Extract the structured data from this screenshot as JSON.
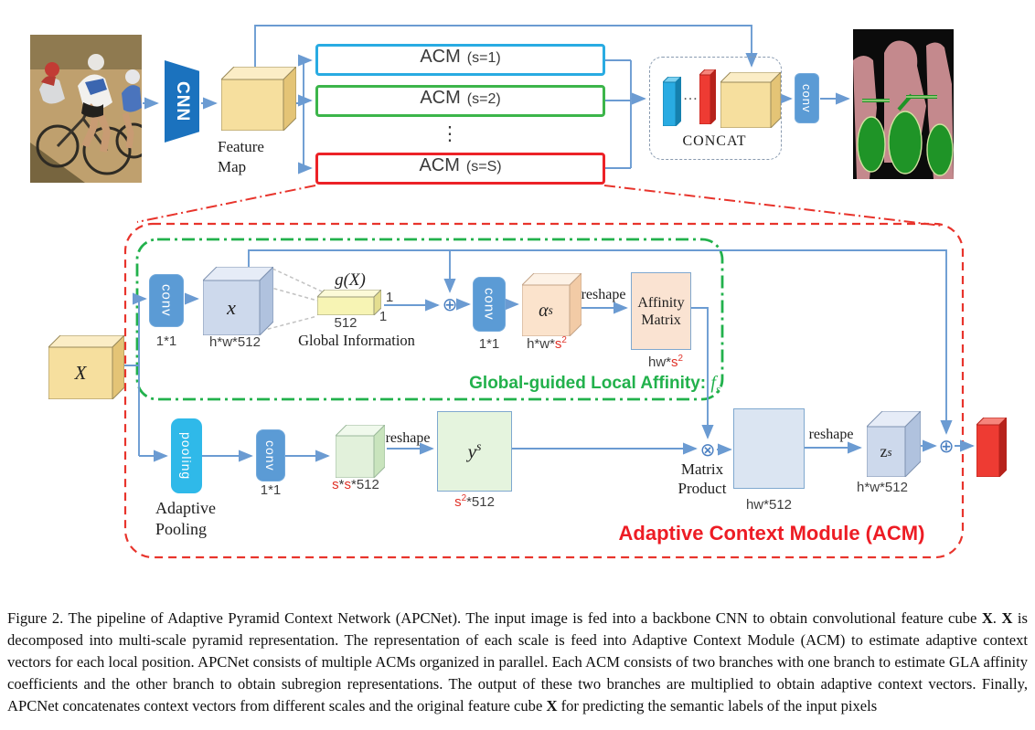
{
  "figure": {
    "pipeline": {
      "cnn_label": "CNN",
      "feature_map_label": "Feature Map",
      "acm1_label": "ACM",
      "acm1_scale": "(s=1)",
      "acm2_label": "ACM",
      "acm2_scale": "(s=2)",
      "acmS_label": "ACM",
      "acmS_scale": "(s=S)",
      "vdots": "⋮",
      "concat_label": "CONCAT",
      "concat_dots": "…",
      "conv_label": "conv"
    },
    "acm": {
      "input_label": "X",
      "conv_label": "conv",
      "k1x1": "1*1",
      "x_label": "x",
      "x_dims": "h*w*512",
      "g_label": "g(X)",
      "g_512": "512",
      "g_one_top": "1",
      "g_one_bot": "1",
      "g_caption": "Global Information",
      "op_add": "⊕",
      "op_mul": "⊗",
      "alpha_label": "α",
      "alpha_sup": "s",
      "alpha_dims_pre": "h*w*",
      "alpha_dims_s": "s",
      "alpha_dims_sup": "2",
      "reshape": "reshape",
      "affinity_label": "Affinity Matrix",
      "aff_dims_pre": "hw*",
      "aff_dims_s": "s",
      "aff_dims_sup": "2",
      "gla_text": "Global-guided Local Affinity:",
      "gla_f": "f",
      "gla_sub": "s",
      "pooling_box": "pooling",
      "pooling_label": "Adaptive Pooling",
      "gcube_s1": "s",
      "gcube_star": "*",
      "gcube_s2": "s",
      "gcube_rest": "*512",
      "y_label": "y",
      "y_sup": "s",
      "ys_dims_s": "s",
      "ys_dims_sup": "2",
      "ys_dims_rest": "*512",
      "matrix_product": "Matrix Product",
      "hw_dims": "hw*512",
      "z_label": "z",
      "z_sup": "s",
      "z_dims": "h*w*512",
      "acm_title": "Adaptive Context Module (ACM)"
    },
    "colors": {
      "arrow_blue": "#6B9BD2",
      "conv_blue": "#5B9BD5",
      "pooling_cyan": "#2FB9E9",
      "cnn_blue": "#1B72BE",
      "acm1_border": "#29ABE2",
      "acm2_border": "#3CB54A",
      "acm_red_border": "#EC2227",
      "gla_green": "#22B14C",
      "acm_title_red": "#ED1C24",
      "cube_yellow": "#F6DF9E",
      "dims_red": "#E03127"
    },
    "caption": {
      "p1": "Figure 2. The pipeline of Adaptive Pyramid Context Network (APCNet). The input image is fed into a backbone CNN to obtain convolutional feature cube ",
      "x1": "X",
      "p2": ". ",
      "x2": "X",
      "p3": " is decomposed into multi-scale pyramid representation. The representation of each scale is feed into Adaptive Context Module (ACM) to estimate adaptive context vectors for each local position. APCNet consists of multiple ACMs organized in parallel. Each ACM consists of two branches with one branch to estimate GLA affinity coefficients and the other branch to obtain subregion representations. The output of these two branches are multiplied to obtain adaptive context vectors. Finally, APCNet concatenates context vectors from different scales and the original feature cube ",
      "x3": "X",
      "p4": " for predicting the semantic labels of the input pixels"
    }
  }
}
